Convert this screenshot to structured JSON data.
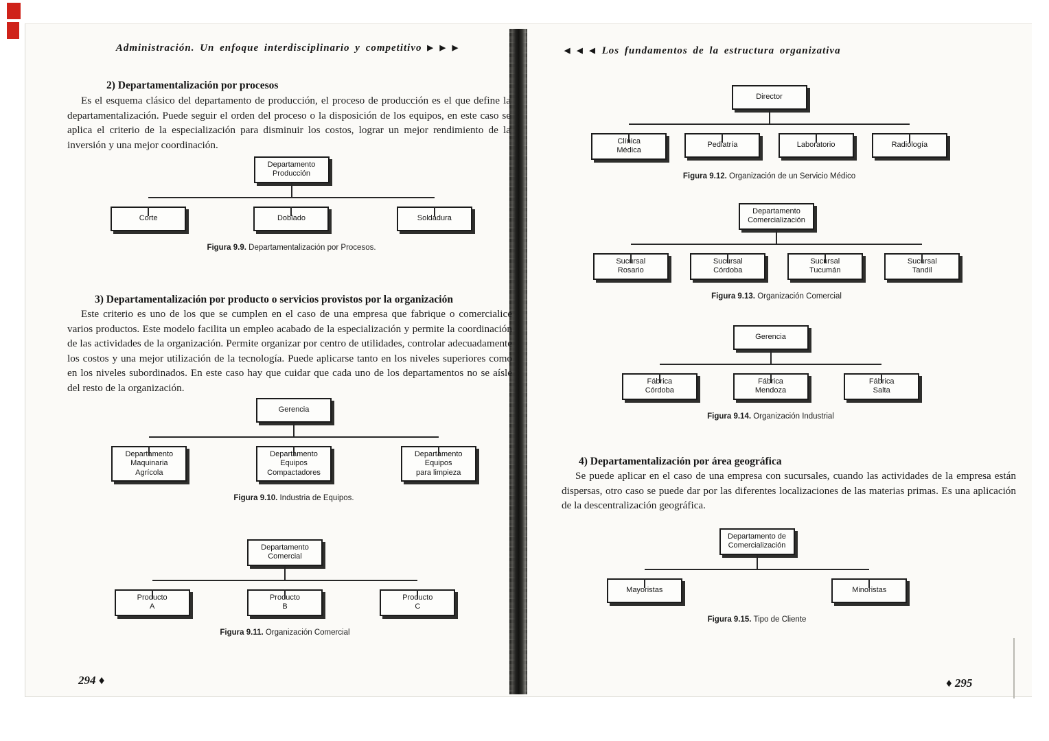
{
  "left_page": {
    "header": {
      "title": "Administración. Un enfoque interdisciplinario y competitivo",
      "arrows": "▶ ▶ ▶"
    },
    "section2": {
      "heading": "2)  Departamentalización por procesos",
      "body": "Es el esquema clásico del departamento de producción, el proceso de producción es el que define la departamentalización. Puede seguir el orden del proceso o la disposición de los equipos, en este caso se aplica el criterio de la especialización para disminuir los costos, lograr un mejor rendimiento de la inversión y una mejor coordinación."
    },
    "section3": {
      "heading": "3) Departamentalización por producto o servicios provistos por la organización",
      "body": "Este criterio es uno de los que se cumplen en el caso de una empresa que fabrique o comercialice varios productos. Este modelo facilita un empleo acabado de la especialización y permite la coordinación de las actividades de la organización. Permite organizar por centro de utilidades, controlar adecuadamente los costos y una mejor utilización de la tecnología. Puede aplicarse tanto en los niveles superiores como en los niveles subordinados. En este caso hay que cuidar que cada uno de los departamentos no se aísle del resto de la organización."
    },
    "page_number": "294 ♦"
  },
  "right_page": {
    "header": {
      "arrows": "◀ ◀ ◀",
      "title": "Los fundamentos de la estructura organizativa"
    },
    "section4": {
      "heading": "4) Departamentalización por área geográfica",
      "body": "Se puede aplicar en el caso de una empresa con sucursales, cuando las actividades de la empresa están dispersas, otro caso se puede dar por las diferentes localizaciones de las materias primas. Es una aplicación de la descentralización geográfica."
    },
    "page_number": "♦ 295"
  },
  "charts": [
    {
      "root": "Departamento\nProducción",
      "children": [
        "Corte",
        "Doblado",
        "Soldadura"
      ],
      "caption_label": "Figura  9.9.",
      "caption_text": "Departamentalización por Procesos."
    },
    {
      "root": "Gerencia",
      "children": [
        "Departamento\nMaquinaria\nAgrícola",
        "Departamento\nEquipos\nCompactadores",
        "Departamento\nEquipos\npara limpieza"
      ],
      "caption_label": "Figura 9.10.",
      "caption_text": "Industria de Equipos."
    },
    {
      "root": "Departamento\nComercial",
      "children": [
        "Producto\nA",
        "Producto\nB",
        "Producto\nC"
      ],
      "caption_label": "Figura 9.11.",
      "caption_text": "Organización Comercial"
    },
    {
      "root": "Director",
      "children": [
        "Clínica\nMédica",
        "Pediatría",
        "Laboratorio",
        "Radiología"
      ],
      "caption_label": "Figura 9.12.",
      "caption_text": "Organización de un Servicio Médico"
    },
    {
      "root": "Departamento\nComercialización",
      "children": [
        "Sucursal\nRosario",
        "Sucursal\nCórdoba",
        "Sucursal\nTucumán",
        "Sucursal\nTandil"
      ],
      "caption_label": "Figura 9.13.",
      "caption_text": "Organización Comercial"
    },
    {
      "root": "Gerencia",
      "children": [
        "Fábrica\nCórdoba",
        "Fábrica\nMendoza",
        "Fábrica\nSalta"
      ],
      "caption_label": "Figura 9.14.",
      "caption_text": "Organización Industrial"
    },
    {
      "root": "Departamento de\nComercialización",
      "children": [
        "Mayoristas",
        "Minoristas"
      ],
      "caption_label": "Figura 9.15.",
      "caption_text": "Tipo de Cliente"
    }
  ]
}
